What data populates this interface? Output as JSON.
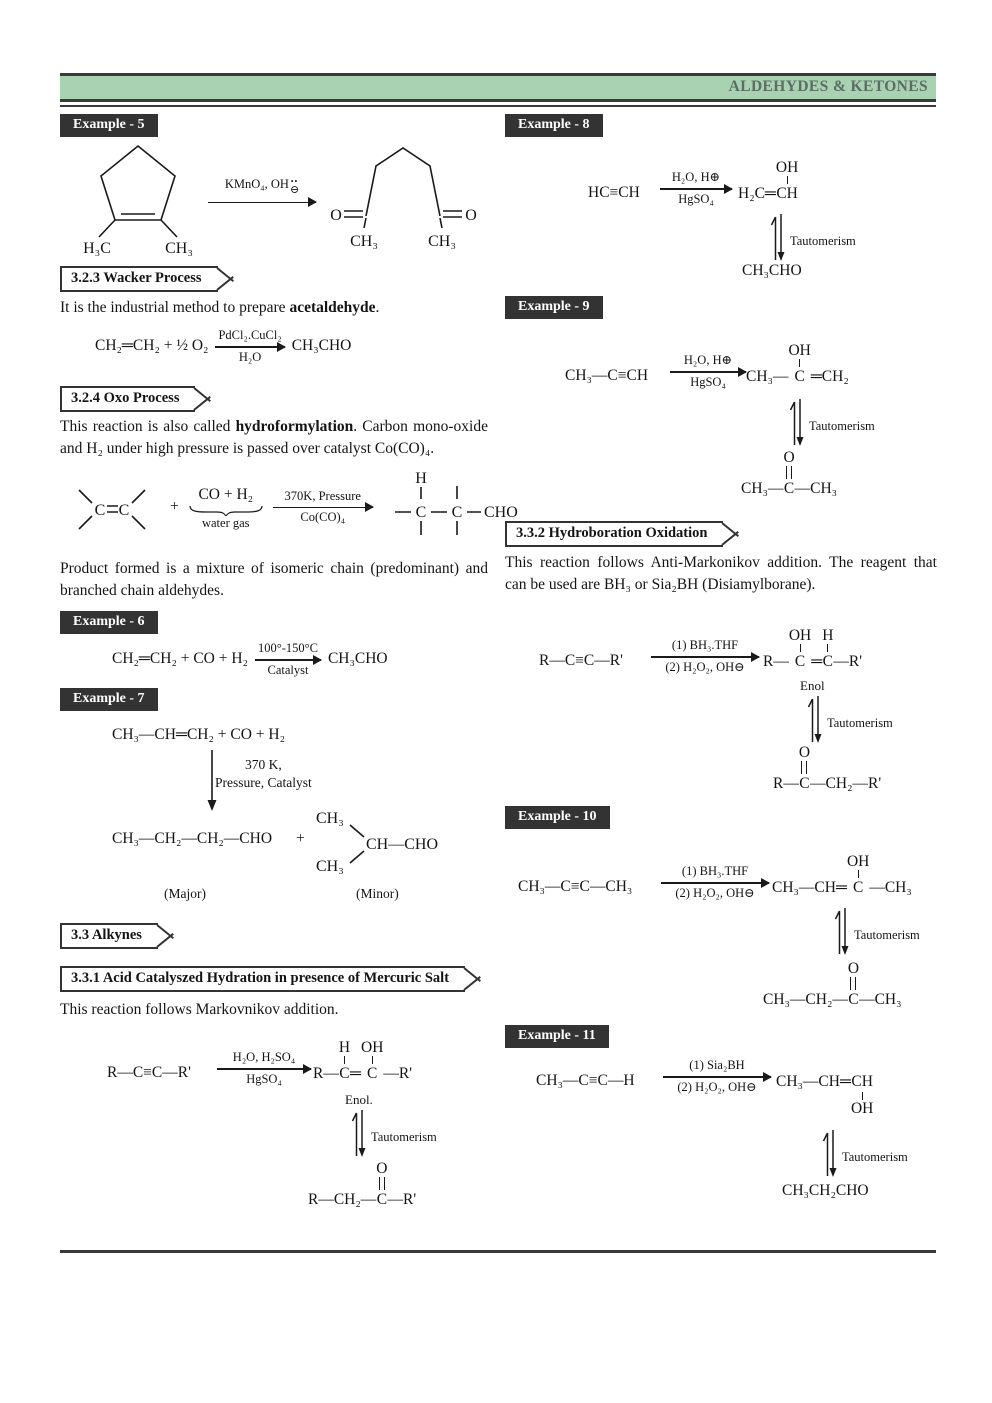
{
  "header": {
    "title": "ALDEHYDES & KETONES"
  },
  "colors": {
    "header_bg": "#a9d2b3",
    "rule": "#3a3a3a",
    "badge_bg": "#333333"
  },
  "ex5": {
    "label": "Example - 5",
    "arrow_above": "KMnO₄, OH",
    "charge": "⊖",
    "dots": "••",
    "h3c": "H₃C",
    "ch3": "CH₃",
    "prod_o_left": "O",
    "prod_o_right": "O",
    "prod_ch3_left": "CH₃",
    "prod_ch3_right": "CH₃"
  },
  "sec323": {
    "title": "3.2.3  Wacker Process",
    "body_pre": "It is the industrial method to prepare ",
    "body_bold": "acetaldehyde",
    "body_end": ".",
    "lhs": "CH₂═CH₂ + ½ O₂",
    "above": "PdCl₂.CuCl₂",
    "below": "H₂O",
    "rhs": "CH₃CHO"
  },
  "sec324": {
    "title": "3.2.4  Oxo Process",
    "body_pre": "This reaction is also called ",
    "body_bold": "hydroformylation",
    "body_end": ". Carbon mono-oxide and H₂ under high pressure is passed over catalyst Co(CO)₄.",
    "c1": "C",
    "c2": "C",
    "plus": "+",
    "co_h2": "CO + H₂",
    "brace_label": "water gas",
    "above": "370K, Pressure",
    "below": "Co(CO)₄",
    "prod_h": "H",
    "prod_c1": "C",
    "prod_c2": "C",
    "prod_cho": "CHO",
    "note": "Product formed is a mixture of isomeric chain (predominant) and branched chain  aldehydes."
  },
  "ex6": {
    "label": "Example - 6",
    "lhs": "CH₂═CH₂ + CO + H₂",
    "above": "100°-150°C",
    "below": "Catalyst",
    "rhs": "CH₃CHO"
  },
  "ex7": {
    "label": "Example - 7",
    "lhs": "CH₃—CH═CH₂ + CO + H₂",
    "cond1": "370 K,",
    "cond2": "Pressure, Catalyst",
    "major": "CH₃—CH₂—CH₂—CHO",
    "plus": "+",
    "minor_ch3_top": "CH₃",
    "minor_ch3_bottom": "CH₃",
    "minor_main": "CH—CHO",
    "major_tag": "(Major)",
    "minor_tag": "(Minor)"
  },
  "sec33": {
    "title": "3.3  Alkynes"
  },
  "sec331": {
    "title": "3.3.1  Acid Catalyszed Hydration in presence of Mercuric Salt",
    "body": "This reaction follows Markovnikov addition.",
    "lhs": "R—C≡C—R'",
    "above": "H₂O, H₂SO₄",
    "below": "HgSO₄",
    "enol_pre": "R—",
    "enol_h": "H",
    "enol_c1": "C",
    "enol_dbl": "═",
    "enol_oh": "OH",
    "enol_c2": "C",
    "enol_post": "—R'",
    "enol_tag": "Enol.",
    "taut": "Tautomerism",
    "ket_pre": "R—CH₂—",
    "ket_o": "O",
    "ket_c": "C",
    "ket_post": "—R'"
  },
  "ex8": {
    "label": "Example - 8",
    "lhs": "HC≡CH",
    "above": "H₂O, H⊕",
    "below": "HgSO₄",
    "prod_pre": "H₂C═",
    "prod_oh": "OH",
    "prod_ch": "CH",
    "taut": "Tautomerism",
    "final": "CH₃CHO"
  },
  "ex9": {
    "label": "Example - 9",
    "lhs": "CH₃—C≡CH",
    "above": "H₂O, H⊕",
    "below": "HgSO₄",
    "enol_pre": "CH₃—",
    "enol_oh": "OH",
    "enol_c": "C",
    "enol_post": "═CH₂",
    "taut": "Tautomerism",
    "ket_pre": "CH₃—",
    "ket_o": "O",
    "ket_c": "C",
    "ket_post": "—CH₃"
  },
  "sec332": {
    "title": "3.3.2  Hydroboration Oxidation",
    "body": "This reaction follows Anti-Markonikov addition. The reagent that can be used are BH₃ or Sia₂BH (Disiamylborane).",
    "lhs": "R—C≡C—R'",
    "above": "(1) BH₃.THF",
    "below": "(2) H₂O₂, OH⊖",
    "enol_pre": "R—",
    "enol_oh": "OH",
    "enol_c1": "C",
    "enol_dbl": "═",
    "enol_h": "H",
    "enol_c2": "C",
    "enol_post": "—R'",
    "enol_tag": "Enol",
    "taut": "Tautomerism",
    "ket_pre": "R—",
    "ket_o": "O",
    "ket_c": "C",
    "ket_post": "—CH₂—R'"
  },
  "ex10": {
    "label": "Example - 10",
    "lhs": "CH₃—C≡C—CH₃",
    "above": "(1) BH₃.THF",
    "below": "(2) H₂O₂, OH⊖",
    "enol_pre": "CH₃—CH═",
    "enol_oh": "OH",
    "enol_c": "C",
    "enol_post": "—CH₃",
    "taut": "Tautomerism",
    "ket_pre": "CH₃—CH₂—",
    "ket_o": "O",
    "ket_c": "C",
    "ket_post": "—CH₃"
  },
  "ex11": {
    "label": "Example - 11",
    "lhs": "CH₃—C≡C—H",
    "above": "(1) Sia₂BH",
    "below": "(2) H₂O₂, OH⊖",
    "prod_pre": "CH₃—CH═",
    "prod_ch": "CH",
    "prod_oh": "OH",
    "taut": "Tautomerism",
    "final": "CH₃CH₂CHO"
  }
}
